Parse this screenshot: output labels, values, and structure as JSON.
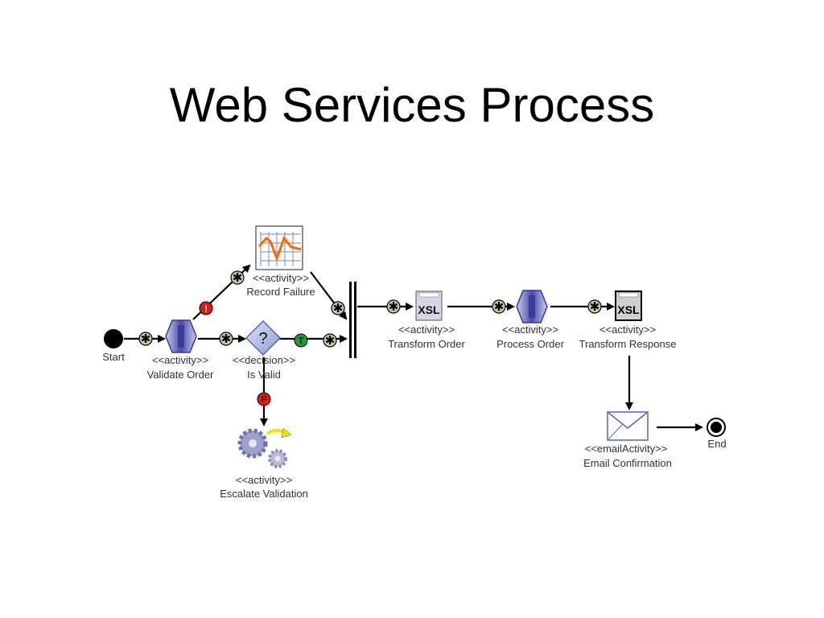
{
  "title": "Web Services Process",
  "nodes": {
    "start": {
      "label": "Start"
    },
    "end": {
      "label": "End"
    },
    "validate_order": {
      "stereotype": "<<activity>>",
      "name": "Validate Order",
      "icon": "service-invoke-icon"
    },
    "is_valid": {
      "stereotype": "<<decision>>",
      "name": "Is Valid",
      "icon": "question-diamond-icon",
      "glyph": "?"
    },
    "record_failure": {
      "stereotype": "<<activity>>",
      "name": "Record Failure",
      "icon": "line-chart-icon"
    },
    "escalate_validation": {
      "stereotype": "<<activity>>",
      "name": "Escalate Validation",
      "icon": "gears-icon"
    },
    "transform_order": {
      "stereotype": "<<activity>>",
      "name": "Transform Order",
      "icon": "xsl-document-icon",
      "badge": "XSL"
    },
    "process_order": {
      "stereotype": "<<activity>>",
      "name": "Process Order",
      "icon": "service-invoke-icon"
    },
    "transform_response": {
      "stereotype": "<<activity>>",
      "name": "Transform Response",
      "icon": "xsl-document-icon",
      "badge": "XSL"
    },
    "email_confirmation": {
      "stereotype": "<<emailActivity>>",
      "name": "Email Confirmation",
      "icon": "envelope-icon"
    }
  },
  "guards": {
    "true_label": "T",
    "false_label": "F",
    "exception_label": "!"
  },
  "connector_glyph": "✱",
  "colors": {
    "connector_marker": "#c9c9a8",
    "service_hexagon": "#4a4aa8",
    "decision_diamond": "#9aa8d8",
    "true_guard": "#1f9a3a",
    "false_guard": "#e01818",
    "chart_line": "#ff6600",
    "gears": "#9ea0cc",
    "arrow_yellow": "#f2e600"
  }
}
